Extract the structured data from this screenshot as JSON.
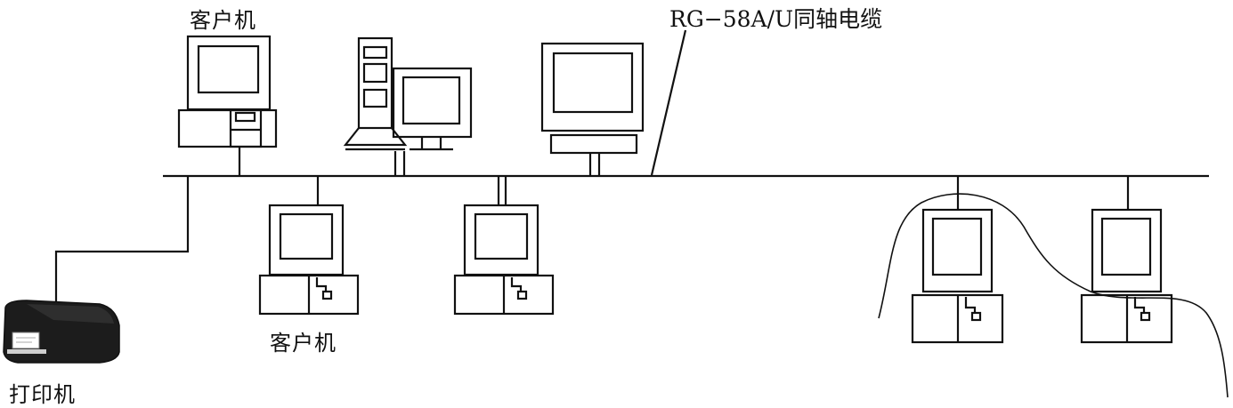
{
  "labels": {
    "client_top": "客户机",
    "client_bottom": "客户机",
    "printer": "打印机",
    "cable": "RG−58A/U同轴电缆"
  },
  "colors": {
    "stroke": "#111111",
    "printer_body": "#1c1c1c",
    "background": "#ffffff"
  },
  "nodes": [
    {
      "name": "client-top-left",
      "type": "desktop-workstation"
    },
    {
      "name": "server-tower",
      "type": "tower-with-monitor"
    },
    {
      "name": "terminal-top-right",
      "type": "monitor-terminal"
    },
    {
      "name": "client-bottom-1",
      "type": "desktop-workstation"
    },
    {
      "name": "client-bottom-2",
      "type": "desktop-workstation"
    },
    {
      "name": "client-remote-1",
      "type": "desktop-workstation"
    },
    {
      "name": "client-remote-2",
      "type": "desktop-workstation"
    },
    {
      "name": "printer",
      "type": "printer"
    }
  ],
  "icons": [
    "computer-icon",
    "server-icon",
    "terminal-icon",
    "printer-icon"
  ]
}
